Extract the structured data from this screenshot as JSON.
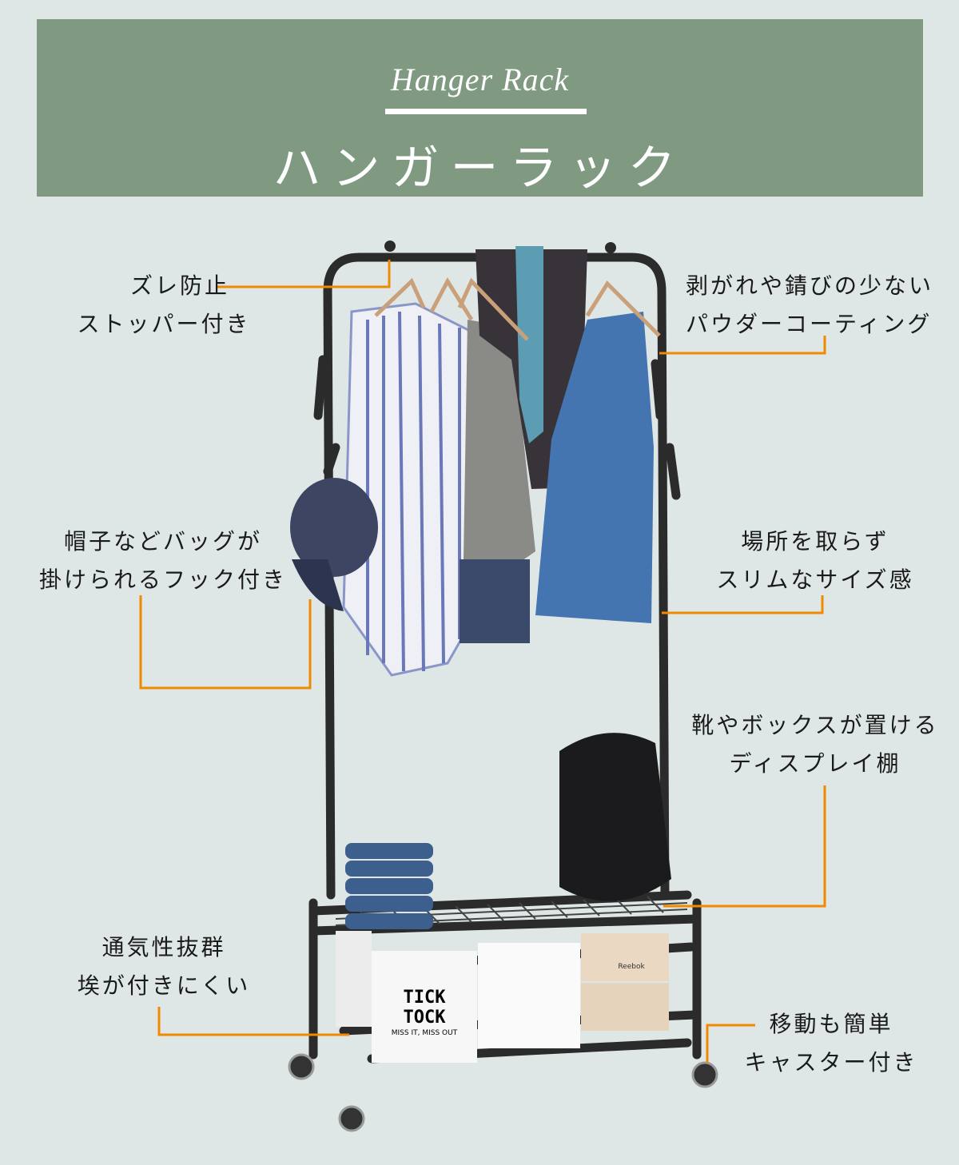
{
  "header": {
    "title_en": "Hanger Rack",
    "title_jp": "ハンガーラック"
  },
  "colors": {
    "background": "#dfe7e6",
    "banner": "#7f9a80",
    "callout_line": "#f08a00",
    "rack": "#2b2b2b"
  },
  "features": [
    {
      "lines": [
        "ズレ防止",
        "ストッパー付き"
      ]
    },
    {
      "lines": [
        "剥がれや錆びの少ない",
        "パウダーコーティング"
      ]
    },
    {
      "lines": [
        "帽子などバッグが",
        "掛けられるフック付き"
      ]
    },
    {
      "lines": [
        "場所を取らず",
        "スリムなサイズ感"
      ]
    },
    {
      "lines": [
        "靴やボックスが置ける",
        "ディスプレイ棚"
      ]
    },
    {
      "lines": [
        "通気性抜群",
        "埃が付きにくい"
      ]
    },
    {
      "lines": [
        "移動も簡単",
        "キャスター付き"
      ]
    }
  ],
  "product_graphics": {
    "box_brand": [
      "TICK",
      "TOCK"
    ],
    "box_tagline": "MISS IT, MISS OUT",
    "shoebox_brand": "Reebok"
  }
}
